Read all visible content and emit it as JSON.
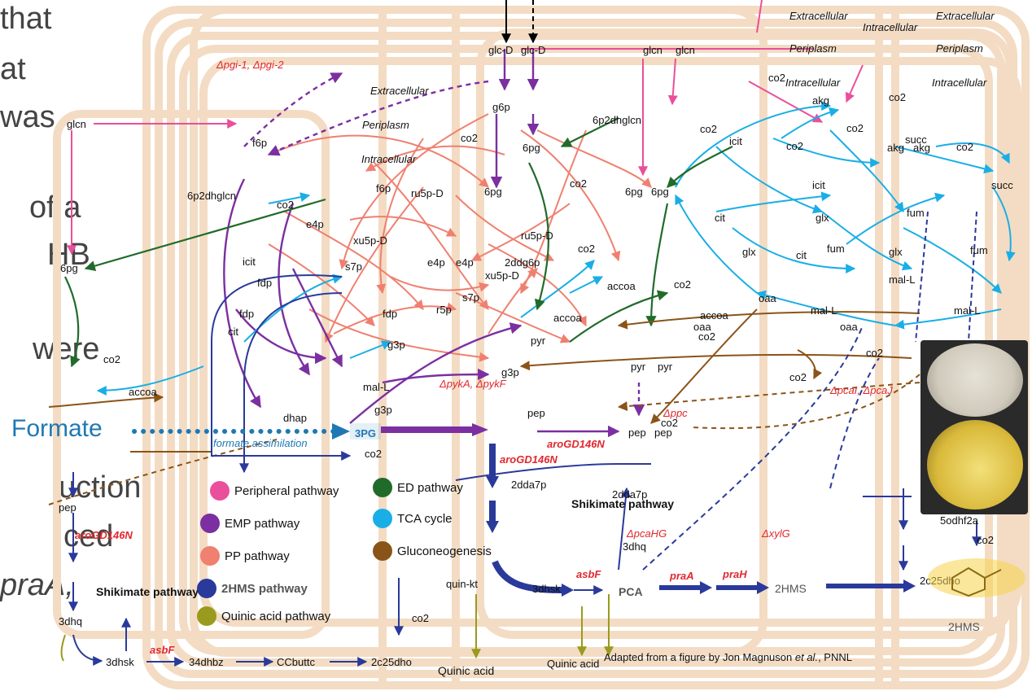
{
  "side_text": [
    "that",
    "at",
    "was",
    "of a",
    "HB",
    "were",
    "uction",
    "ced",
    "praA,"
  ],
  "formate_label": "Formate",
  "formate_assimilation": "formate assimilation",
  "node_3pg": "3PG",
  "compartments": {
    "extracellular": "Extracellular",
    "intracellular": "Intracellular",
    "periplasm": "Periplasm"
  },
  "metabolites": {
    "glcn": "glcn",
    "f6p": "f6p",
    "g6p": "g6p",
    "pg6": "6pg",
    "ru5p": "ru5p-D",
    "xu5p": "xu5p-D",
    "s7p": "s7p",
    "e4p": "e4p",
    "r5p": "r5p",
    "fdp": "fdp",
    "g3p": "g3p",
    "dhap": "dhap",
    "pep": "pep",
    "pyr": "pyr",
    "accoa": "accoa",
    "cit": "cit",
    "icit": "icit",
    "akg": "akg",
    "succ": "succ",
    "fum": "fum",
    "mal": "mal-L",
    "oaa": "oaa",
    "glx": "glx",
    "co2": "co2",
    "ddg6p": "2ddg6p",
    "dhglcn": "6p2dhglcn",
    "dda7p": "2dda7p",
    "dhq": "3dhq",
    "dhsk": "3dhsk",
    "dhbz": "34dhbz",
    "ccbuttc": "CCbuttc",
    "c25dho": "2c25dho",
    "quin_kt": "quin-kt",
    "quinic": "Quinic acid",
    "pca": "PCA",
    "hms": "2HMS",
    "od5": "5odhf2a",
    "glc_d": "glc-D"
  },
  "genes": {
    "pgi": "Δpgi-1, Δpgi-2",
    "pyk": "ΔpykA, ΔpykF",
    "ppc": "Δppc",
    "aro1": "aroGD146N",
    "aro2": "aroGD146N",
    "asbf": "asbF",
    "pcahg": "ΔpcaHG",
    "xylg": "ΔxylG",
    "pcaij": "ΔpcaI, ΔpcaJ",
    "praa": "praA",
    "prah": "praH"
  },
  "pathway_labels": {
    "shikimate": "Shikimate pathway",
    "shikimate_left": "Shikimate pathway",
    "hms_box": "2HMS"
  },
  "legend": [
    {
      "label": "Peripheral pathway",
      "color": "#ea4f9b"
    },
    {
      "label": "EMP pathway",
      "color": "#7b2fa0"
    },
    {
      "label": "PP pathway",
      "color": "#f08070"
    },
    {
      "label": "2HMS pathway",
      "color": "#2a3a9a"
    },
    {
      "label": "Quinic acid pathway",
      "color": "#9a9a1e"
    },
    {
      "label": "ED pathway",
      "color": "#216b2a"
    },
    {
      "label": "TCA cycle",
      "color": "#1aaee6"
    },
    {
      "label": "Gluconeogenesis",
      "color": "#8a5418"
    }
  ],
  "credit_prefix": "Adapted from a figure by Jon Magnuson ",
  "credit_etal": "et al.",
  "credit_suffix": ", PNNL",
  "colors": {
    "frame": "#f3dcc3",
    "pp": "#ef8070",
    "emp": "#7b2fa0",
    "tca": "#1aaee6",
    "ed": "#216b2a",
    "gluco": "#8a5418",
    "hms": "#2a3a9a",
    "quinic": "#9a9a1e",
    "peripheral": "#ea4f9b",
    "gene": "#e0282e",
    "formate": "#1f78b4"
  }
}
